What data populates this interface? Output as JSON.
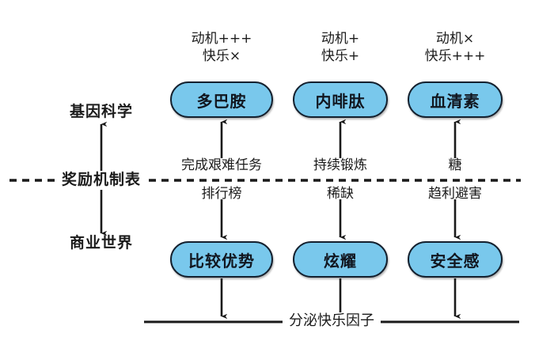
{
  "diagram": {
    "title": "奖励机制表",
    "colors": {
      "node_fill": "#79c8ec",
      "node_border": "#14202e",
      "line": "#1a1a1a",
      "background": "#ffffff"
    },
    "axis": {
      "top_label": "基因科学",
      "middle_label": "奖励机制表",
      "bottom_label": "商业世界"
    },
    "columns": [
      {
        "effect_line1": "动机+++",
        "effect_line2": "快乐×",
        "top_node": "多巴胺",
        "above_line_label": "完成艰难任务",
        "below_line_label": "排行榜",
        "bottom_node": "比较优势"
      },
      {
        "effect_line1": "动机+",
        "effect_line2": "快乐+",
        "top_node": "内啡肽",
        "above_line_label": "持续锻炼",
        "below_line_label": "稀缺",
        "bottom_node": "炫耀"
      },
      {
        "effect_line1": "动机×",
        "effect_line2": "快乐+++",
        "top_node": "血清素",
        "above_line_label": "糖",
        "below_line_label": "趋利避害",
        "bottom_node": "安全感"
      }
    ],
    "footer": {
      "caption": "分泌快乐因子"
    }
  }
}
